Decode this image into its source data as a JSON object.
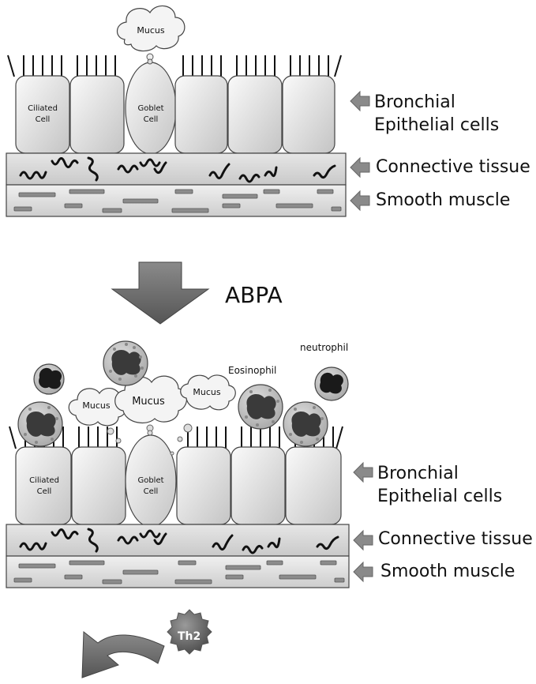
{
  "normal": {
    "cell_labels": {
      "ciliated": [
        "Ciliated",
        "Cell"
      ],
      "goblet": [
        "Goblet",
        "Cell"
      ]
    },
    "mucus": "Mucus",
    "labels": {
      "epithelial": [
        "Bronchial",
        "Epithelial cells"
      ],
      "connective": "Connective tissue",
      "smooth": "Smooth muscle"
    }
  },
  "transition": {
    "label": "ABPA"
  },
  "abpa": {
    "cell_labels": {
      "ciliated": [
        "Ciliated",
        "Cell"
      ],
      "goblet": [
        "Goblet",
        "Cell"
      ]
    },
    "mucus": [
      "Mucus",
      "Mucus",
      "Mucus"
    ],
    "labels": {
      "epithelial": [
        "Bronchial",
        "Epithelial cells"
      ],
      "connective": "Connective tissue",
      "smooth": "Smooth muscle"
    },
    "cells": {
      "eosinophil": "Eosinophil",
      "neutrophil": "neutrophil",
      "th2": "Th2"
    }
  },
  "colors": {
    "cell_light": "#f2f2f2",
    "cell_dark": "#bdbdbd",
    "tissue": "#d6d6d6",
    "muscle_bar": "#8c8c8c",
    "arrow": "#6b6b6b",
    "granulocyte": "#b4b4b4"
  }
}
